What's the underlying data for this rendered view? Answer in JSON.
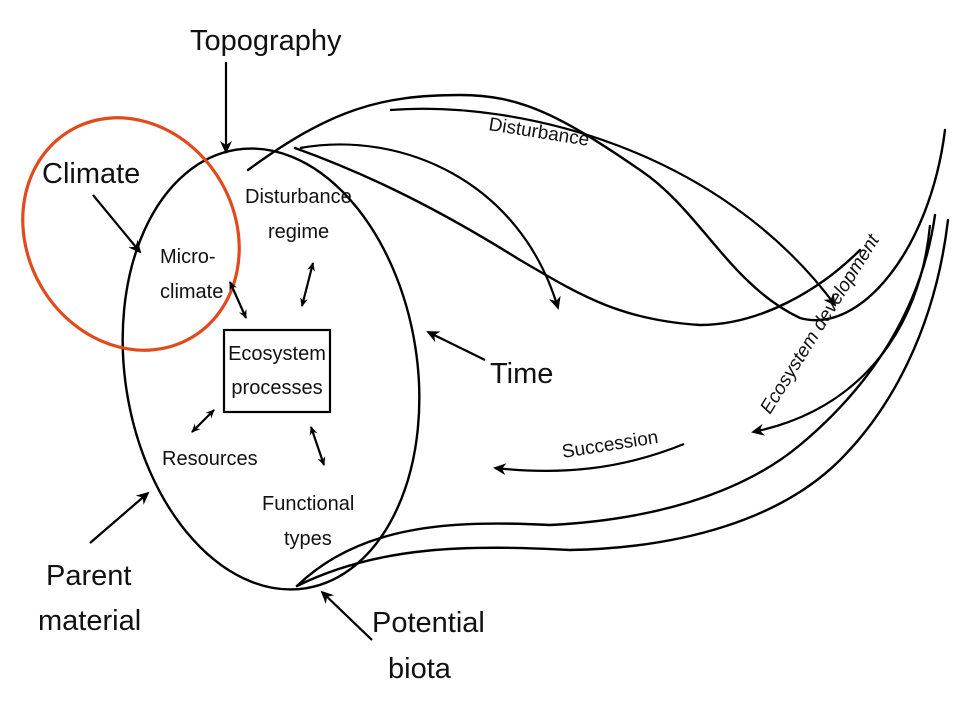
{
  "labels": {
    "topography": "Topography",
    "climate": "Climate",
    "microclimate_1": "Micro-",
    "microclimate_2": "climate",
    "disturbance_regime_1": "Disturbance",
    "disturbance_regime_2": "regime",
    "ecosystem_processes_1": "Ecosystem",
    "ecosystem_processes_2": "processes",
    "resources": "Resources",
    "functional_types_1": "Functional",
    "functional_types_2": "types",
    "time": "Time",
    "parent_material_1": "Parent",
    "parent_material_2": "material",
    "potential_biota_1": "Potential",
    "potential_biota_2": "biota",
    "disturbance": "Disturbance",
    "succession": "Succession",
    "ecosystem_development": "Ecosystem development"
  },
  "colors": {
    "highlight": "#e04a1c",
    "line": "#000000",
    "background": "#ffffff"
  }
}
